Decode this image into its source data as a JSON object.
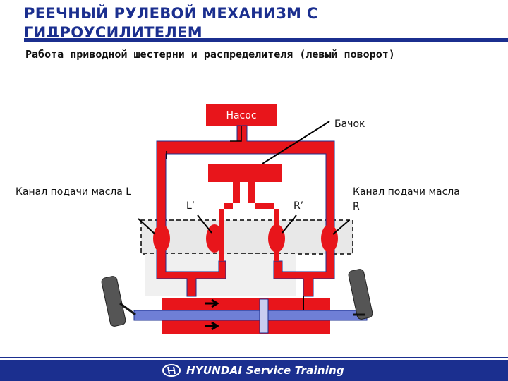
{
  "header": {
    "title": "РЕЕЧНЫЙ РУЛЕВОЙ МЕХАНИЗМ С ГИДРОУСИЛИТЕЛЕМ",
    "subtitle": "Работа приводной шестерни и распределителя (левый поворот)"
  },
  "diagram": {
    "pump_label": "Насос",
    "reservoir_label": "Бачок",
    "channel_left_label": "Канал подачи масла L",
    "channel_right_label_line1": "Канал подачи масла",
    "channel_right_label_line2": "R",
    "port_left_label": "L’",
    "port_right_label": "R’",
    "colors": {
      "oil": "#e8151b",
      "frame": "#1b2f8f",
      "rack": "#6f7fd6",
      "wheel": "#555555"
    }
  },
  "footer": {
    "brand": "HYUNDAI Service Training"
  }
}
